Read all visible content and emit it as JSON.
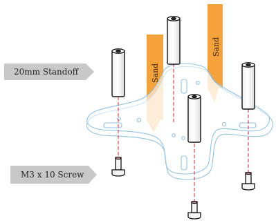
{
  "labels": {
    "standoff": "20mm  Standoff",
    "screw": "M3 x 10 Screw",
    "sand": "Sand"
  },
  "colors": {
    "callout_fill": "#c8c8c8",
    "sand_arrow": "#f3a23c",
    "plate_outline": "#8fc3e6",
    "guide_line": "#e2231a",
    "hardware_stroke": "#111111"
  },
  "icons": {
    "standoff": "cylindrical-standoff",
    "screw": "socket-head-screw",
    "arrow": "down-arrow"
  }
}
